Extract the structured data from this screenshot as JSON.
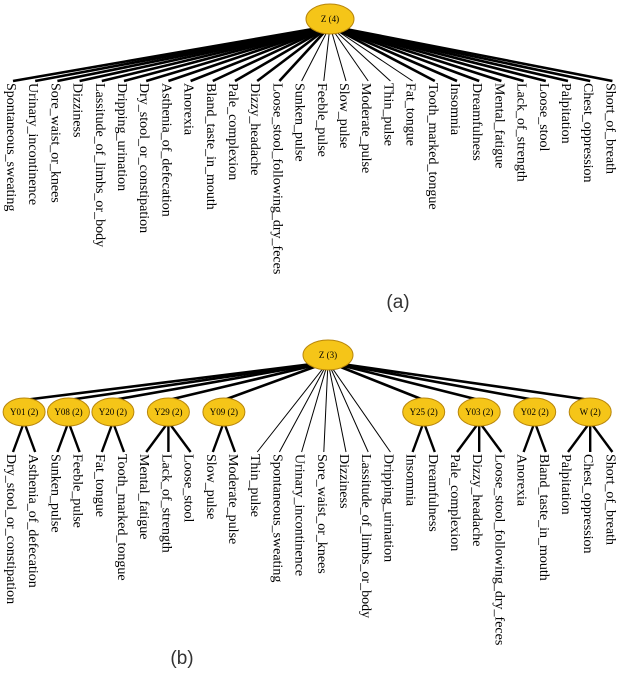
{
  "panel_a": {
    "caption": "(a)",
    "root": "Z (4)",
    "leaves": [
      {
        "label": "Spontaneous_sweating",
        "thick": true
      },
      {
        "label": "Urinary_incontinence",
        "thick": true
      },
      {
        "label": "Sore_waist_or_knees",
        "thick": true
      },
      {
        "label": "Dizziness",
        "thick": true
      },
      {
        "label": "Lassitude_of_limbs_or_body",
        "thick": true
      },
      {
        "label": "Dripping_urination",
        "thick": true
      },
      {
        "label": "Dry_stool_or_constipation",
        "thick": true
      },
      {
        "label": "Asthenia_of_defecation",
        "thick": true
      },
      {
        "label": "Anorexia",
        "thick": true
      },
      {
        "label": "Bland_taste_in_mouth",
        "thick": true
      },
      {
        "label": "Pale_complexion",
        "thick": true
      },
      {
        "label": "Dizzy_headache",
        "thick": true
      },
      {
        "label": "Loose_stool_following_dry_feces",
        "thick": true
      },
      {
        "label": "Sunken_pulse",
        "thick": false
      },
      {
        "label": "Feeble_pulse",
        "thick": false
      },
      {
        "label": "Slow_pulse",
        "thick": false
      },
      {
        "label": "Moderate_pulse",
        "thick": false
      },
      {
        "label": "Thin_pulse",
        "thick": false
      },
      {
        "label": "Fat_tongue",
        "thick": false
      },
      {
        "label": "Tooth_marked_tongue",
        "thick": true
      },
      {
        "label": "Insomnia",
        "thick": true
      },
      {
        "label": "Dreamfulness",
        "thick": true
      },
      {
        "label": "Mental_fatigue",
        "thick": true
      },
      {
        "label": "Lack_of_strength",
        "thick": true
      },
      {
        "label": "Loose_stool",
        "thick": true
      },
      {
        "label": "Palpitation",
        "thick": true
      },
      {
        "label": "Chest_oppression",
        "thick": true
      },
      {
        "label": "Short_of_breath",
        "thick": true
      }
    ]
  },
  "panel_b": {
    "caption": "(b)",
    "root": "Z (3)",
    "groups": [
      {
        "label": "Y01 (2)",
        "leaves": [
          "Dry_stool_or_constipation",
          "Asthenia_of_defecation"
        ]
      },
      {
        "label": "Y08 (2)",
        "leaves": [
          "Sunken_pulse",
          "Feeble_pulse"
        ]
      },
      {
        "label": "Y20 (2)",
        "leaves": [
          "Fat_tongue",
          "Tooth_marked_tongue"
        ]
      },
      {
        "label": "Y29 (2)",
        "leaves": [
          "Mental_fatigue",
          "Lack_of_strength",
          "Loose_stool"
        ]
      },
      {
        "label": "Y09 (2)",
        "leaves": [
          "Slow_pulse",
          "Moderate_pulse"
        ]
      },
      {
        "label": "",
        "leaves": [
          "Thin_pulse",
          "Spontaneous_sweating",
          "Urinary_incontinence",
          "Sore_waist_or_knees",
          "Dizziness",
          "Lassitude_of_limbs_or_body",
          "Dripping_urination"
        ]
      },
      {
        "label": "Y25 (2)",
        "leaves": [
          "Insomnia",
          "Dreamfulness"
        ]
      },
      {
        "label": "Y03 (2)",
        "leaves": [
          "Pale_complexion",
          "Dizzy_headache",
          "Loose_stool_following_dry_feces"
        ]
      },
      {
        "label": "Y02 (2)",
        "leaves": [
          "Anorexia",
          "Bland_taste_in_mouth"
        ]
      },
      {
        "label": "W (2)",
        "leaves": [
          "Palpitation",
          "Chest_oppression",
          "Short_of_breath"
        ]
      }
    ]
  }
}
